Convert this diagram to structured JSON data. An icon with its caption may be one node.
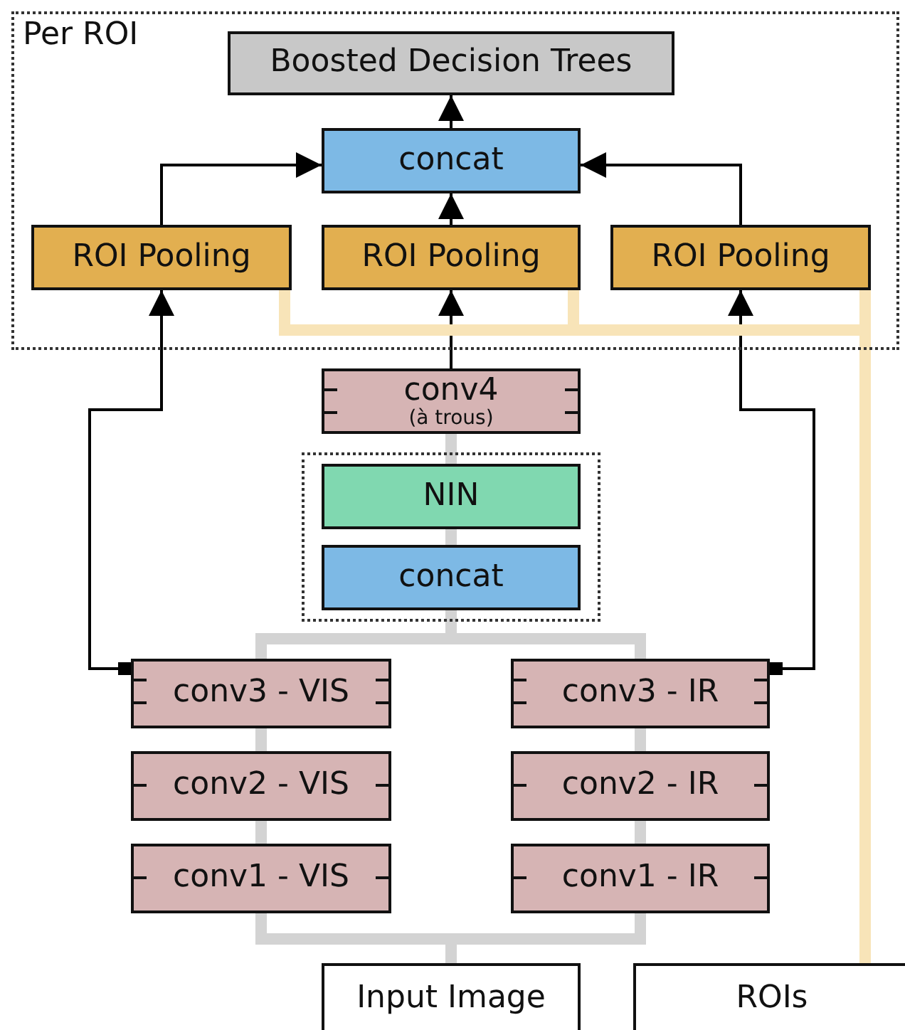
{
  "diagram": {
    "nodes": [
      {
        "text": [
          "Per ROI"
        ]
      },
      {
        "text": [
          "Boosted Decision Trees"
        ],
        "in": 0
      },
      {
        "text": [
          "concat"
        ],
        "in": 0
      },
      {
        "text": [
          "ROI Pooling"
        ],
        "in": 0
      },
      {
        "text": [
          "ROI Pooling"
        ],
        "in": 0
      },
      {
        "text": [
          "ROI Pooling"
        ],
        "in": 0
      },
      {
        "text": [
          "conv4",
          "(à trous)"
        ]
      },
      {
        "text": [],
        "shape": "box"
      },
      {
        "text": [
          "NIN"
        ],
        "in": 7
      },
      {
        "text": [
          "concat"
        ],
        "in": 7
      },
      {
        "text": [
          "conv3 - VIS"
        ]
      },
      {
        "text": [
          "conv3 - IR"
        ]
      },
      {
        "text": [
          "conv2 - VIS"
        ]
      },
      {
        "text": [
          "conv2 - IR"
        ]
      },
      {
        "text": [
          "conv1 - VIS"
        ]
      },
      {
        "text": [
          "conv1 - IR"
        ]
      },
      {
        "text": [
          "Input Image"
        ]
      },
      {
        "text": [
          "ROIs"
        ]
      }
    ],
    "edges": [
      {
        "from": 2,
        "to": 1,
        "arrow": "to",
        "color": "#000000"
      },
      {
        "from": 3,
        "to": 2,
        "arrow": "to",
        "color": "#000000"
      },
      {
        "from": 4,
        "to": 2,
        "arrow": "to",
        "color": "#000000"
      },
      {
        "from": 5,
        "to": 2,
        "arrow": "to",
        "color": "#000000"
      },
      {
        "from": 6,
        "to": 4,
        "arrow": "to",
        "color": "#000000"
      },
      {
        "from": 10,
        "to": 3,
        "arrow": "to",
        "color": "#000000"
      },
      {
        "from": 11,
        "to": 5,
        "arrow": "to",
        "color": "#000000"
      },
      {
        "from": 8,
        "to": 6,
        "arrow": "none"
      },
      {
        "from": 9,
        "to": 8,
        "arrow": "none"
      },
      {
        "from": 10,
        "to": 9,
        "arrow": "none"
      },
      {
        "from": 11,
        "to": 9,
        "arrow": "none"
      },
      {
        "from": 12,
        "to": 10,
        "arrow": "none"
      },
      {
        "from": 14,
        "to": 12,
        "arrow": "none"
      },
      {
        "from": 13,
        "to": 11,
        "arrow": "none"
      },
      {
        "from": 15,
        "to": 13,
        "arrow": "none"
      },
      {
        "from": 16,
        "to": 14,
        "arrow": "none"
      },
      {
        "from": 16,
        "to": 15,
        "arrow": "none"
      },
      {
        "from": 17,
        "to": 3,
        "arrow": "none",
        "color": "#f8e4b8"
      },
      {
        "from": 17,
        "to": 4,
        "arrow": "none",
        "color": "#f8e4b8"
      },
      {
        "from": 17,
        "to": 5,
        "arrow": "none",
        "color": "#f8e4b8"
      }
    ]
  }
}
